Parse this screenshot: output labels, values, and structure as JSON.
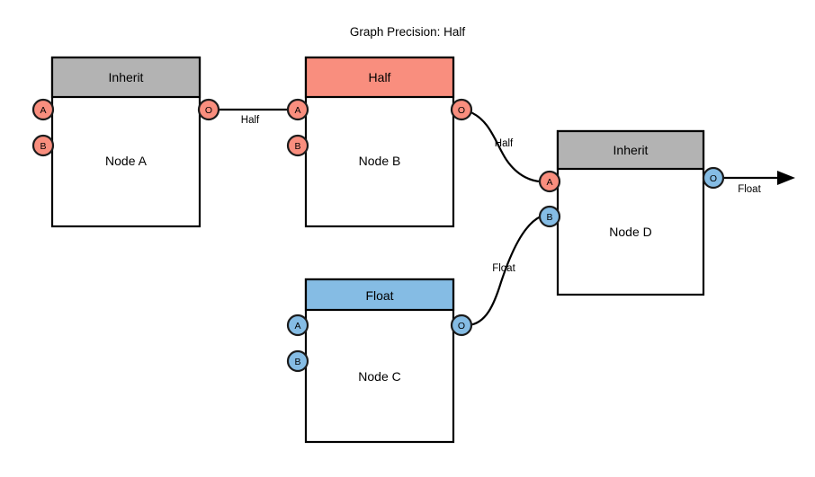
{
  "title": "Graph Precision: Half",
  "colors": {
    "half": "#f98e7e",
    "float": "#85bce4",
    "inherit": "#b3b3b3",
    "outline": "#000000",
    "port_outline": "#1b1b1b",
    "background": "#ffffff"
  },
  "nodes": [
    {
      "id": "node-a",
      "label": "Node A",
      "header": "Inherit",
      "header_color": "#b3b3b3",
      "inputs": [
        {
          "label": "A",
          "color": "#f98e7e"
        },
        {
          "label": "B",
          "color": "#f98e7e"
        }
      ],
      "outputs": [
        {
          "label": "O",
          "color": "#f98e7e"
        }
      ]
    },
    {
      "id": "node-b",
      "label": "Node B",
      "header": "Half",
      "header_color": "#f98e7e",
      "inputs": [
        {
          "label": "A",
          "color": "#f98e7e"
        },
        {
          "label": "B",
          "color": "#f98e7e"
        }
      ],
      "outputs": [
        {
          "label": "O",
          "color": "#f98e7e"
        }
      ]
    },
    {
      "id": "node-c",
      "label": "Node C",
      "header": "Float",
      "header_color": "#85bce4",
      "inputs": [
        {
          "label": "A",
          "color": "#85bce4"
        },
        {
          "label": "B",
          "color": "#85bce4"
        }
      ],
      "outputs": [
        {
          "label": "O",
          "color": "#85bce4"
        }
      ]
    },
    {
      "id": "node-d",
      "label": "Node D",
      "header": "Inherit",
      "header_color": "#b3b3b3",
      "inputs": [
        {
          "label": "A",
          "color": "#f98e7e"
        },
        {
          "label": "B",
          "color": "#85bce4"
        }
      ],
      "outputs": [
        {
          "label": "O",
          "color": "#85bce4"
        }
      ]
    }
  ],
  "edges": [
    {
      "id": "edge-a-to-b",
      "from": "node-a.O",
      "to": "node-b.A",
      "label": "Half"
    },
    {
      "id": "edge-b-to-d",
      "from": "node-b.O",
      "to": "node-d.A",
      "label": "Half"
    },
    {
      "id": "edge-c-to-d",
      "from": "node-c.O",
      "to": "node-d.B",
      "label": "Float"
    },
    {
      "id": "edge-d-output",
      "from": "node-d.O",
      "to": "graph-output",
      "label": "Float"
    }
  ]
}
